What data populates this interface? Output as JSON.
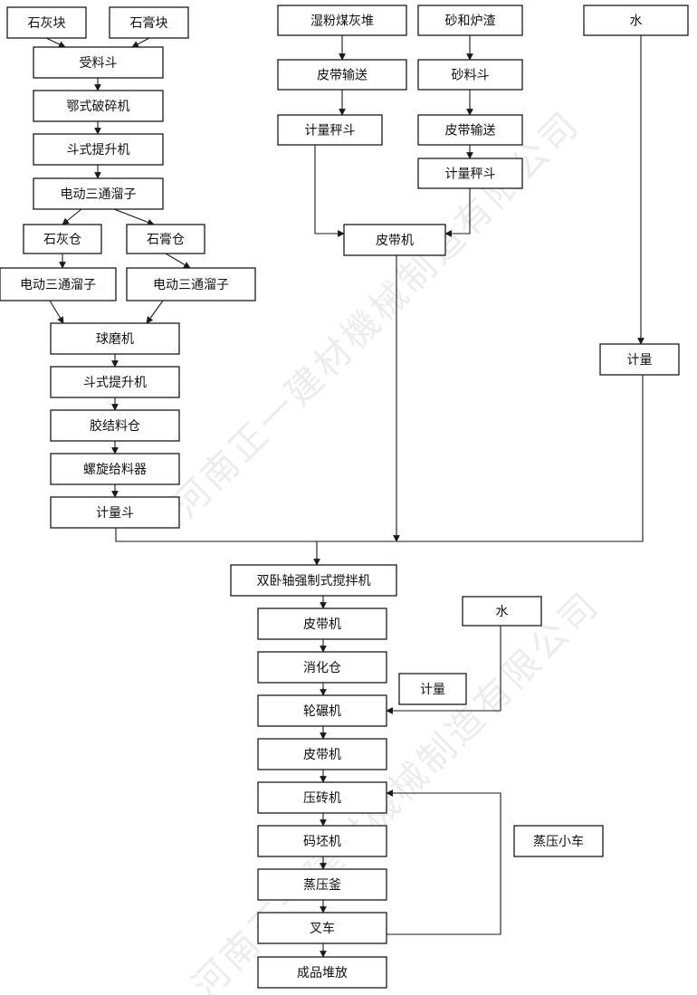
{
  "watermark": "河南正一建材機械制造有限公司",
  "colors": {
    "line": "#1a1a1a",
    "box_border": "#1a1a1a",
    "text": "#111111",
    "watermark": "#d6d6d6"
  },
  "nodes": {
    "n1": "石灰块",
    "n2": "石膏块",
    "n3": "受料斗",
    "n4": "鄂式破碎机",
    "n5": "斗式提升机",
    "n6": "电动三通溜子",
    "n7": "石灰仓",
    "n8": "石膏仓",
    "n9": "电动三通溜子",
    "n10": "电动三通溜子",
    "n11": "球磨机",
    "n12": "斗式提升机",
    "n13": "胶结料仓",
    "n14": "螺旋给料器",
    "n15": "计量斗",
    "n16": "湿粉煤灰堆",
    "n17": "皮带输送",
    "n18": "计量秤斗",
    "n19": "砂和炉渣",
    "n20": "砂料斗",
    "n21": "皮带输送",
    "n22": "计量秤斗",
    "n23": "皮带机",
    "n24": "水",
    "n25": "计量",
    "n26": "双卧轴强制式搅拌机",
    "n27": "皮带机",
    "n28": "消化仓",
    "n29": "轮碾机",
    "n30": "皮带机",
    "n31": "压砖机",
    "n32": "码坯机",
    "n33": "蒸压釜",
    "n34": "叉车",
    "n35": "成品堆放",
    "n36": "水",
    "n37": "计量",
    "n38": "蒸压小车"
  }
}
